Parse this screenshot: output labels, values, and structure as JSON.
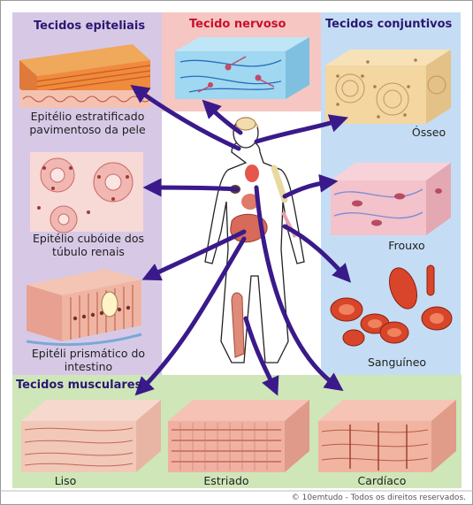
{
  "sections": {
    "epithelial": "Tecidos epiteliais",
    "nervous": "Tecido nervoso",
    "connective": "Tecidos conjuntivos",
    "muscular": "Tecidos musculares"
  },
  "labels": {
    "epi_stratified": "Epitélio estratificado pavimentoso da pele",
    "epi_cuboid": "Epitélio cubóide dos túbulo renais",
    "epi_prismatic": "Epitéli prismático do intestino",
    "conn_bone": "Ósseo",
    "conn_loose": "Frouxo",
    "conn_blood": "Sanguíneo",
    "mus_smooth": "Liso",
    "mus_striated": "Estriado",
    "mus_cardiac": "Cardíaco"
  },
  "credit": "© 10emtudo - Todos os direitos reservados.",
  "colors": {
    "epithelial_panel": "#d7c9e6",
    "nervous_panel": "#f6c6c2",
    "connective_panel": "#c5ddf4",
    "muscular_panel": "#cfe6b9",
    "arrow": "#3a1a8a"
  }
}
